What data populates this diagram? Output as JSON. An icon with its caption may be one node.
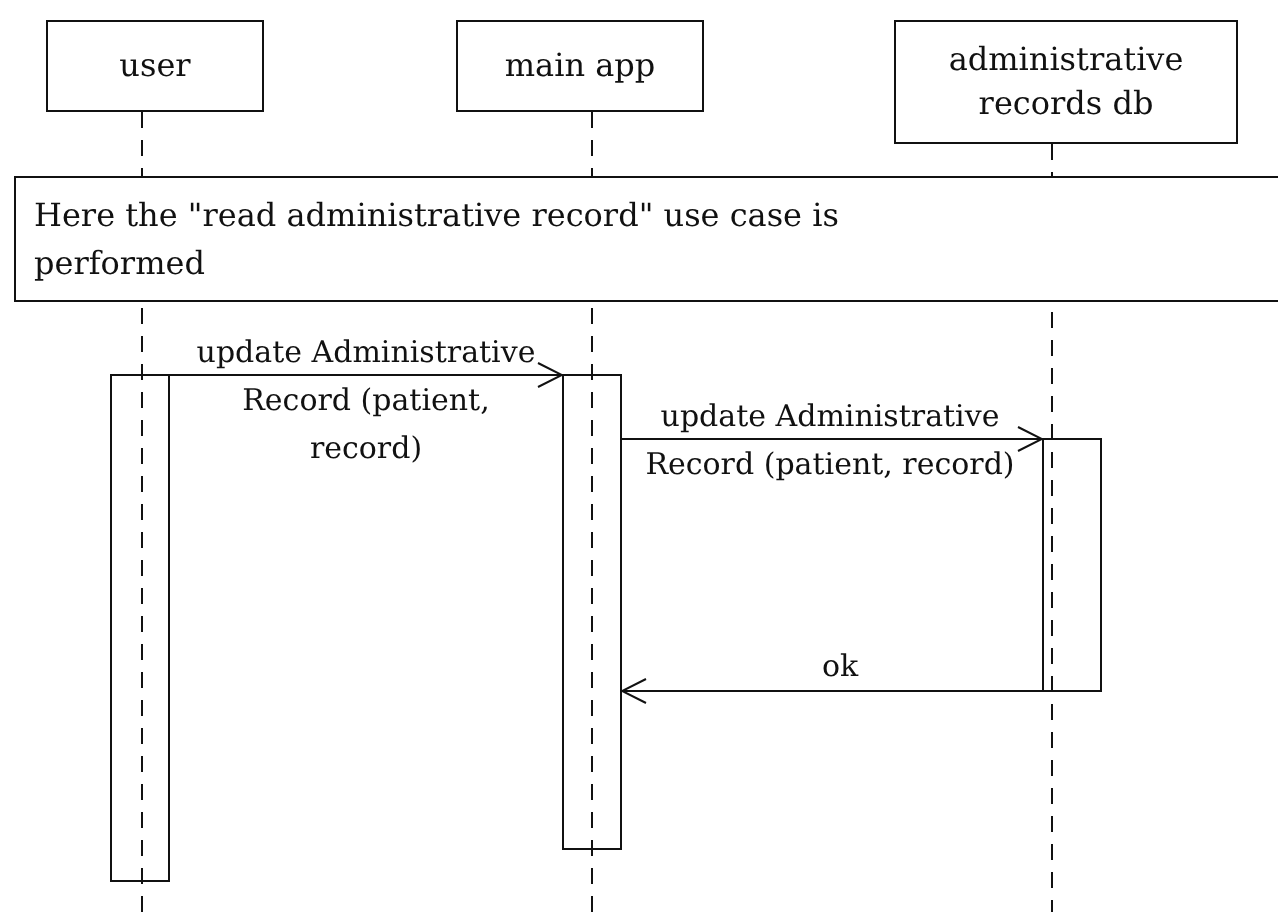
{
  "diagram": {
    "nodes": [
      {
        "text": [
          "user"
        ]
      },
      {
        "text": [
          "main app"
        ]
      },
      {
        "text": [
          "administrative records db"
        ]
      },
      {
        "text": [
          "Here the \"read administrative record\" use case is performed"
        ]
      },
      {
        "text": [],
        "shape": "bar"
      },
      {
        "text": [],
        "shape": "bar"
      },
      {
        "text": [],
        "shape": "bar"
      }
    ],
    "edges": [
      {
        "from": 4,
        "to": 5,
        "arrow": "to",
        "label": "update Administrative Record (patient, record)"
      },
      {
        "from": 5,
        "to": 6,
        "arrow": "to",
        "label": "update Administrative Record (patient, record)"
      },
      {
        "from": 6,
        "to": 5,
        "arrow": "to",
        "label": "ok"
      }
    ]
  }
}
